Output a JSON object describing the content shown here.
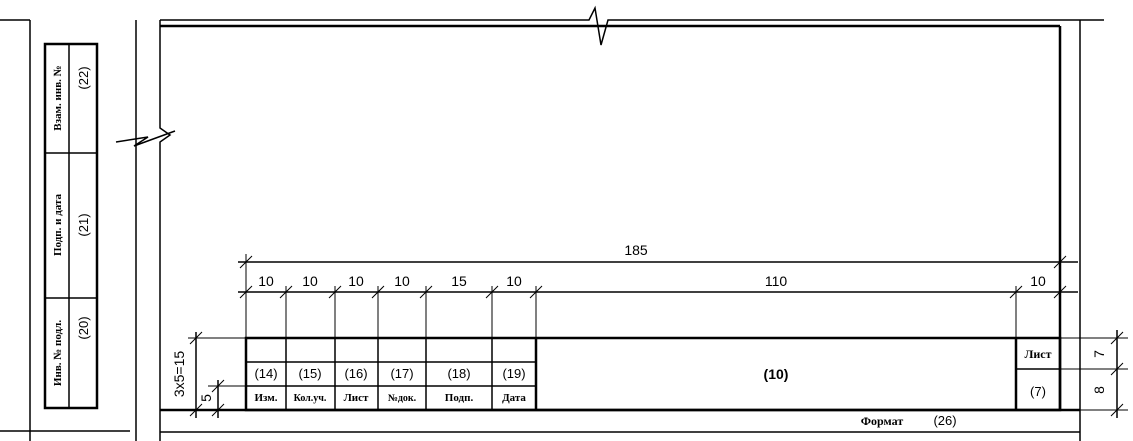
{
  "side_stamp": {
    "cells": [
      {
        "label": "Инв. № подл.",
        "number": "(20)"
      },
      {
        "label": "Подп. и дата",
        "number": "(21)"
      },
      {
        "label": "Взам. инв. №",
        "number": "(22)"
      }
    ]
  },
  "title_block": {
    "header_labels": [
      "Изм.",
      "Кол.уч.",
      "Лист",
      "№док.",
      "Подп.",
      "Дата"
    ],
    "row_numbers": [
      "(14)",
      "(15)",
      "(16)",
      "(17)",
      "(18)",
      "(19)"
    ],
    "main_field": "(10)",
    "sheet_label": "Лист",
    "sheet_number": "(7)"
  },
  "format": {
    "label": "Формат",
    "number": "(26)"
  },
  "dimensions": {
    "total_width": "185",
    "column_widths": [
      "10",
      "10",
      "10",
      "10",
      "15",
      "10",
      "110",
      "10"
    ],
    "block_height": "3х5=15",
    "row_height": "5",
    "sheet_label_height": "7",
    "sheet_number_height": "8"
  }
}
